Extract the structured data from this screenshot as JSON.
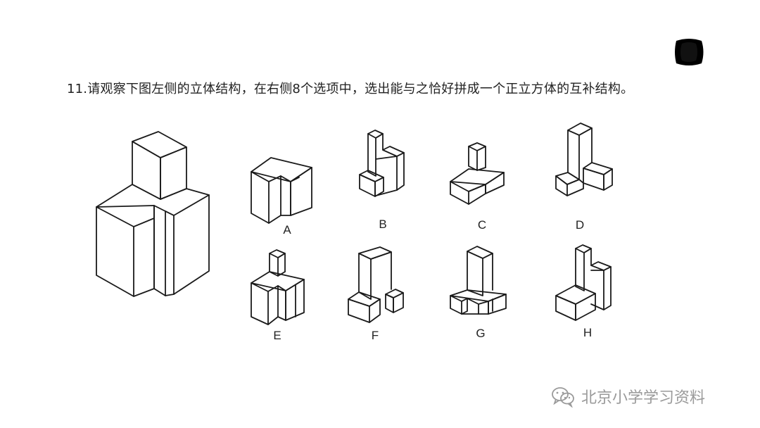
{
  "question": {
    "text": "11.请观察下图左侧的立体结构，在右侧8个选项中，选出能与之恰好拼成一个正立方体的互补结构。"
  },
  "options": {
    "a": "A",
    "b": "B",
    "c": "C",
    "d": "D",
    "e": "E",
    "f": "F",
    "g": "G",
    "h": "H"
  },
  "watermark": {
    "text": "北京小学学习资料",
    "icon": "wechat-icon"
  },
  "colors": {
    "text": "#222222",
    "line": "#1a1a1a",
    "watermark": "#9a9a9a"
  }
}
